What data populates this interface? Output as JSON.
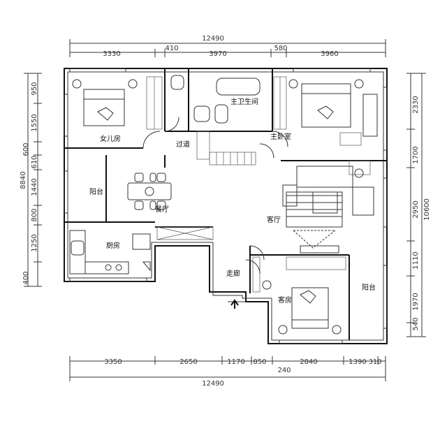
{
  "plan": {
    "rooms": {
      "daughter_room": "女儿房",
      "master_bath": "主卫生间",
      "master_bedroom": "主卧室",
      "corridor": "过道",
      "balcony_west": "阳台",
      "dining": "餐厅",
      "living": "客厅",
      "kitchen": "厨房",
      "hallway": "走廊",
      "guest_room": "客房",
      "balcony_south": "阳台"
    },
    "dimensions": {
      "top_total": "12490",
      "top": [
        "3330",
        "410",
        "3970",
        "580",
        "3960"
      ],
      "bottom": [
        "3350",
        "2650",
        "1170",
        "850",
        "2840",
        "1390",
        "310"
      ],
      "bottom_total": "12490",
      "bottom_extra": "240",
      "left_total": "8840",
      "left": [
        "950",
        "1550",
        "600",
        "610",
        "1440",
        "800",
        "1250",
        "400"
      ],
      "right_total": "10600",
      "right": [
        "2330",
        "1700",
        "2950",
        "1110",
        "1970",
        "540"
      ]
    }
  }
}
